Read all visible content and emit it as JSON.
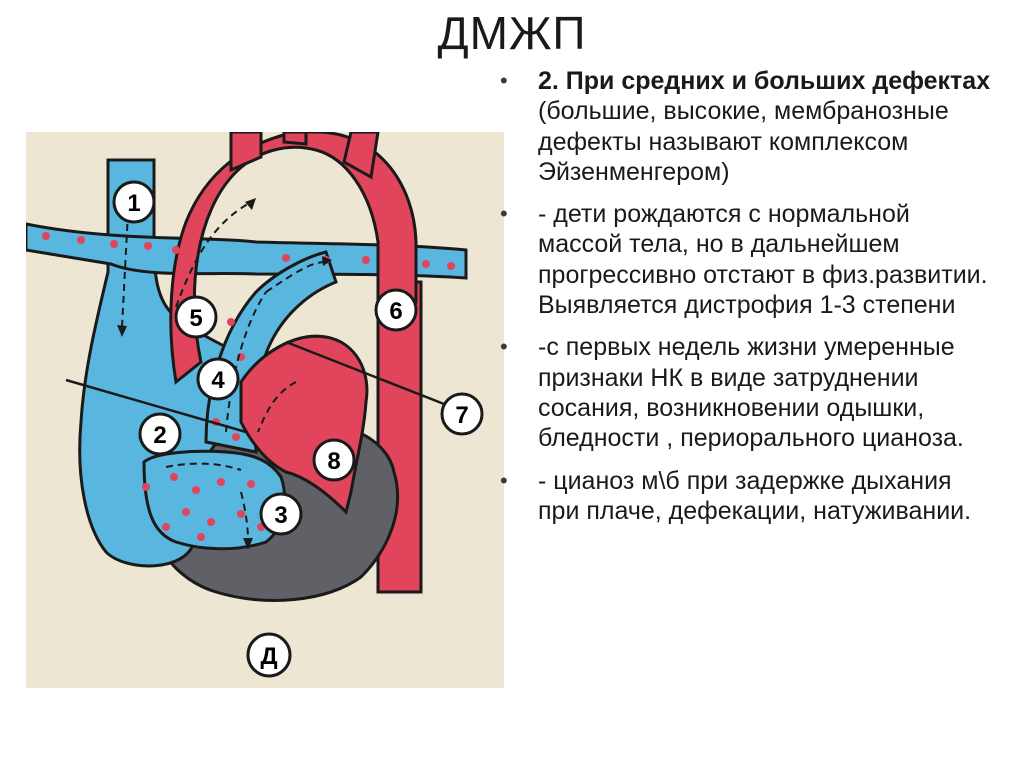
{
  "slide": {
    "title": "ДМЖП"
  },
  "diagram": {
    "labels": [
      "1",
      "2",
      "3",
      "4",
      "5",
      "6",
      "7",
      "8"
    ],
    "panel_label": "Д",
    "colors": {
      "venous_blue": "#59b6df",
      "arterial_red": "#e0455c",
      "myocardium_gray": "#5f6166",
      "background": "#ece6d2",
      "outline": "#1a1a1a"
    }
  },
  "bullets": [
    {
      "bold": "2. При средних и больших дефектах",
      "text": " (большие, высокие, мембранозные дефекты называют комплексом Эйзенменгером)"
    },
    {
      "bold": "",
      "text": "- дети рождаются с нормальной массой тела, но в дальнейшем прогрессивно отстают в физ.развитии. Выявляется дистрофия 1-3 степени"
    },
    {
      "bold": "",
      "text": "-с первых недель жизни умеренные признаки НК в виде затруднении сосания, возникновении одышки, бледности , периорального цианоза."
    },
    {
      "bold": "",
      "text": "- цианоз м\\б при задержке дыхания при плаче, дефекации, натуживании."
    }
  ]
}
